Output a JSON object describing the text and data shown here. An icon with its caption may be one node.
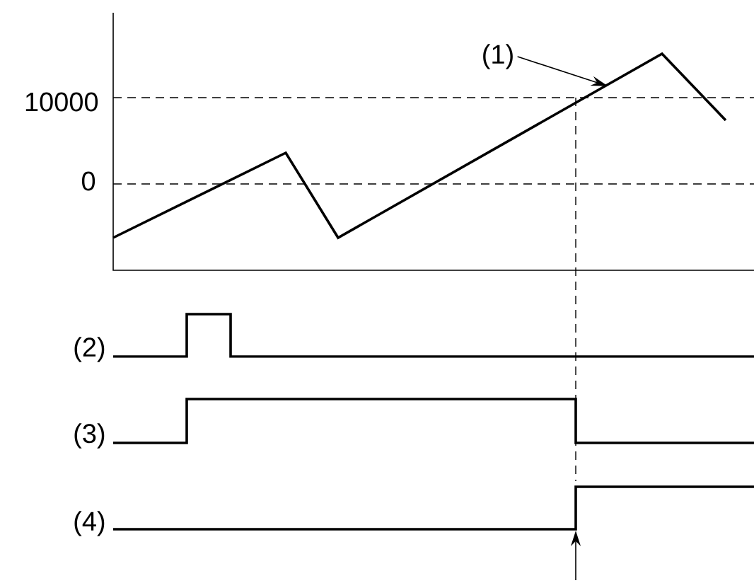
{
  "diagram": {
    "nodes": [
      {
        "text": [
          "(1)"
        ]
      },
      {
        "text": [],
        "shape": "line"
      }
    ],
    "edges": [
      {
        "from": 0,
        "to": 1,
        "arrow": "to"
      }
    ],
    "labels": [
      "10000",
      "0",
      "(2)",
      "(3)",
      "(4)"
    ]
  }
}
